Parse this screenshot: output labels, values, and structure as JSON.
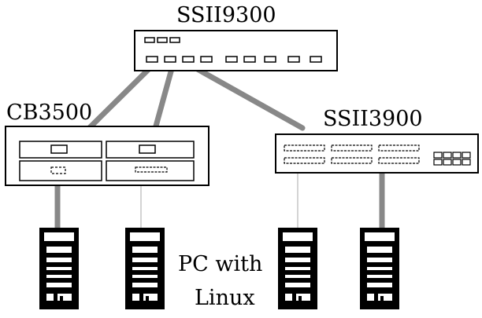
{
  "devices": {
    "core_switch": {
      "label": "SSII9300"
    },
    "chassis": {
      "label": "CB3500"
    },
    "edge_switch": {
      "label": "SSII3900"
    }
  },
  "pc_caption": {
    "line1": "PC with",
    "line2": "Linux"
  },
  "colors": {
    "link": "#888888",
    "thin_link": "#aaaaaa",
    "stroke": "#000000"
  },
  "icons": [
    "switch-icon",
    "chassis-icon",
    "tower-pc-icon"
  ]
}
